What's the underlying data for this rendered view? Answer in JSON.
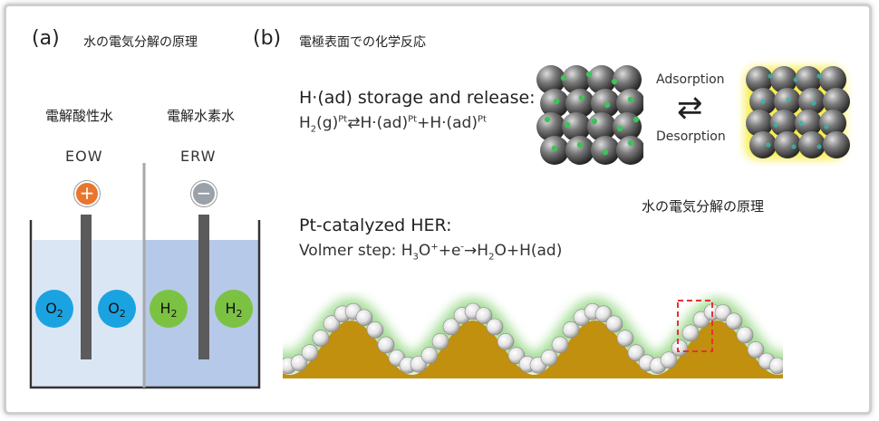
{
  "panel_a": {
    "letter": "(a)",
    "title": "水の電気分解の原理",
    "left_label": "電解酸性水",
    "right_label": "電解水素水",
    "left_electrode": "EOW",
    "right_electrode": "ERW",
    "anode_symbol": "+",
    "cathode_symbol": "−",
    "left_bubble_1": "O",
    "left_bubble_2": "O",
    "right_bubble_1": "H",
    "right_bubble_2": "H",
    "sub_2": "2"
  },
  "panel_b": {
    "letter": "(b)",
    "title": "電極表面での化学反応",
    "storage_heading": "H·(ad) storage and release:",
    "storage_equation": {
      "h": "H",
      "sub2": "2",
      "g": "(g)",
      "pt": "Pt",
      "arrow": "⇄",
      "had": "H·(ad)",
      "plus": "+"
    },
    "adsorption": "Adsorption",
    "desorption": "Desorption",
    "equilibrium_arrow": "⇄",
    "caption": "水の電気分解の原理",
    "her_heading": "Pt-catalyzed HER:",
    "volmer": {
      "prefix": "Volmer step: ",
      "h3o": "H",
      "sub3": "3",
      "o": "O",
      "plus_sup": "+",
      "plus": "+",
      "e": "e",
      "minus_sup": "-",
      "arrow": "→",
      "h2o_h": "H",
      "sub2": "2",
      "h2o_o": "O",
      "result": "+H(ad)"
    }
  },
  "colors": {
    "water_left": "#dbe6f5",
    "water_right": "#b6c9e8",
    "anode": "#e8762c",
    "cathode": "#9aa1a8",
    "oxygen": "#1aa3e0",
    "hydrogen": "#7cc242",
    "substrate": "#c0900e",
    "glow": "#9ad98a",
    "dashed_box": "#e83030"
  }
}
